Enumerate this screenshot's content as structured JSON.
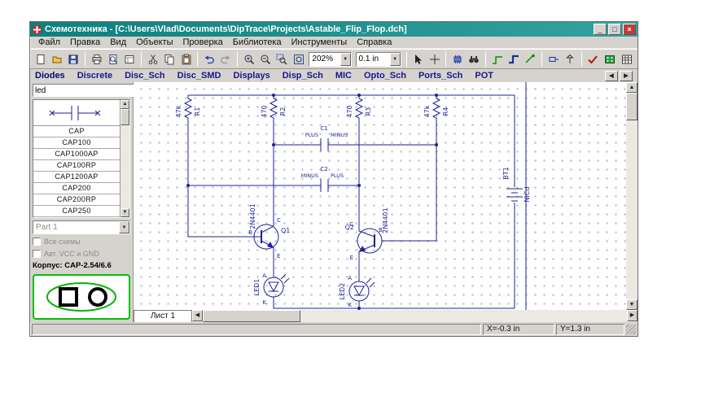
{
  "window": {
    "title": "Схемотехника - [C:\\Users\\Vlad\\Documents\\DipTrace\\Projects\\Astable_Flip_Flop.dch]",
    "buttons": {
      "minimize": "_",
      "maximize": "□",
      "close": "×"
    }
  },
  "menu": {
    "items": [
      "Файл",
      "Правка",
      "Вид",
      "Объекты",
      "Проверка",
      "Библиотека",
      "Инструменты",
      "Справка"
    ]
  },
  "toolbar": {
    "zoom_value": "202%",
    "grid_value": "0.1 in",
    "button_names": [
      "new",
      "open",
      "save",
      "print",
      "print-preview",
      "sheet-setup",
      "cut",
      "copy",
      "paste",
      "undo",
      "redo",
      "zoom-in",
      "zoom-out",
      "zoom-window",
      "zoom-fit",
      "select",
      "place-origin",
      "place-component",
      "find",
      "place-wire",
      "place-bus",
      "place-bus-connection",
      "place-net-port",
      "place-power",
      "verify-erc",
      "convert-to-pcb",
      "component-table"
    ]
  },
  "library_tabs": {
    "items": [
      "Diodes",
      "Discrete",
      "Disc_Sch",
      "Disc_SMD",
      "Displays",
      "Disp_Sch",
      "MIC",
      "Opto_Sch",
      "Ports_Sch",
      "POT"
    ]
  },
  "sidebar": {
    "search_value": "led",
    "components": [
      "CAP",
      "CAP100",
      "CAP1000AP",
      "CAP100RP",
      "CAP1200AP",
      "CAP200",
      "CAP200RP",
      "CAP250"
    ],
    "part_select": "Part 1",
    "checkboxes": [
      "Все схемы",
      "Авт. VCC и GND"
    ],
    "package_label": "Корпус: CAP-2.54/6.6"
  },
  "canvas": {
    "sheet_tab": "Лист 1"
  },
  "statusbar": {
    "x": "X=-0.3 in",
    "y": "Y=1.3 in"
  },
  "schematic": {
    "resistors": [
      {
        "ref": "R1",
        "value": "47k"
      },
      {
        "ref": "R2",
        "value": "470"
      },
      {
        "ref": "R3",
        "value": "470"
      },
      {
        "ref": "R4",
        "value": "47k"
      }
    ],
    "capacitors": [
      {
        "ref": "C1",
        "left_label": "PLUS",
        "right_label": "MINUS"
      },
      {
        "ref": "C2",
        "left_label": "MINUS",
        "right_label": "PLUS"
      }
    ],
    "transistors": [
      {
        "ref": "Q1",
        "value": "2N4401"
      },
      {
        "ref": "Q2",
        "value": "2N4401"
      }
    ],
    "leds": [
      {
        "ref": "LED1",
        "anode": "A",
        "cathode": "K"
      },
      {
        "ref": "LED2",
        "anode": "A",
        "cathode": "K"
      }
    ],
    "battery": {
      "ref": "BT1",
      "value": "NiCd"
    },
    "pins": {
      "base": "B",
      "collector": "C",
      "emitter": "E"
    }
  }
}
